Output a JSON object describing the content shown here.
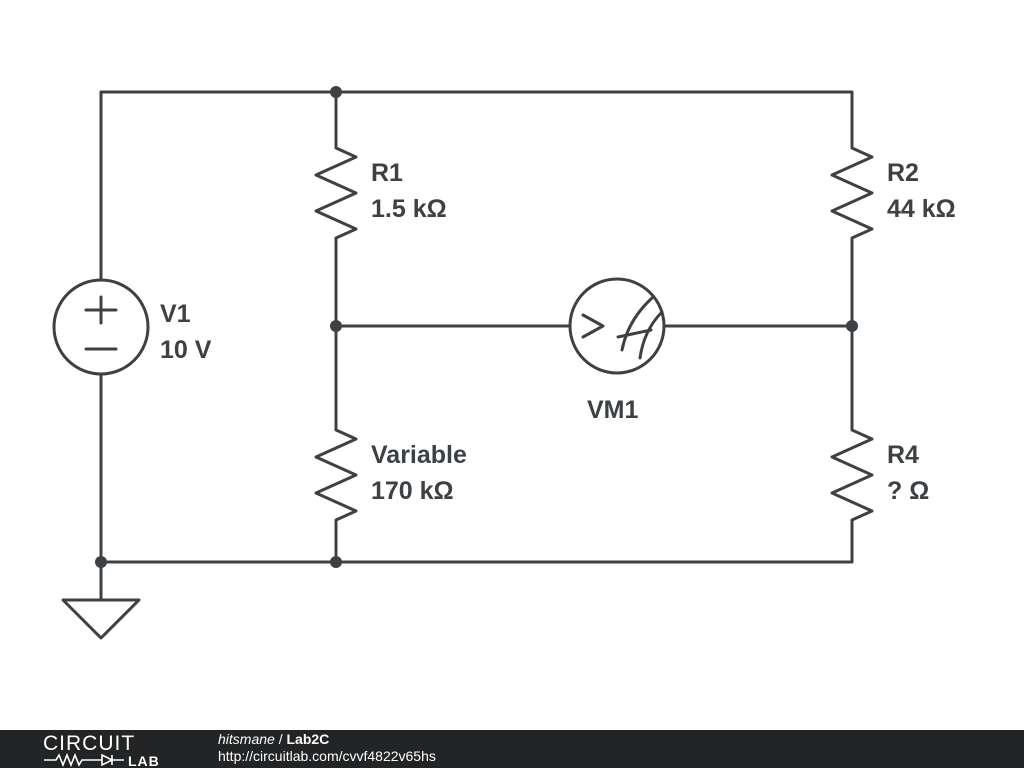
{
  "components": {
    "v1": {
      "name": "V1",
      "value": "10 V"
    },
    "r1": {
      "name": "R1",
      "value": "1.5 kΩ"
    },
    "r2": {
      "name": "R2",
      "value": "44 kΩ"
    },
    "variable": {
      "name": "Variable",
      "value": "170 kΩ"
    },
    "r4": {
      "name": "R4",
      "value": "? Ω"
    },
    "vm1": {
      "name": "VM1"
    }
  },
  "footer": {
    "logo_top": "CIRCUIT",
    "logo_bottom": "LAB",
    "user": "hitsmane",
    "separator": " / ",
    "title": "Lab2C",
    "url": "http://circuitlab.com/cvvf4822v65hs"
  },
  "colors": {
    "wire": "#3d4144",
    "footer_bg": "#222426",
    "footer_text": "#ffffff"
  }
}
